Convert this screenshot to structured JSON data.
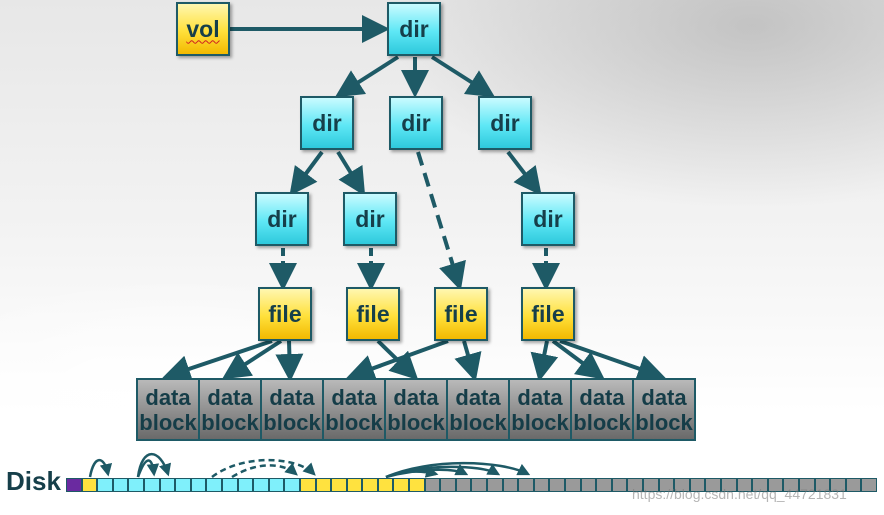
{
  "nodes": {
    "vol": "vol",
    "dir": "dir",
    "file": "file"
  },
  "block": {
    "line1": "data",
    "line2": "block"
  },
  "disk": {
    "label": "Disk",
    "colors": {
      "super": "#6a2aa0",
      "dir": "#7ff0fb",
      "file": "#ffe23f",
      "data": "#9a9a9a"
    }
  },
  "watermark": "https://blog.csdn.net/qq_44721831"
}
